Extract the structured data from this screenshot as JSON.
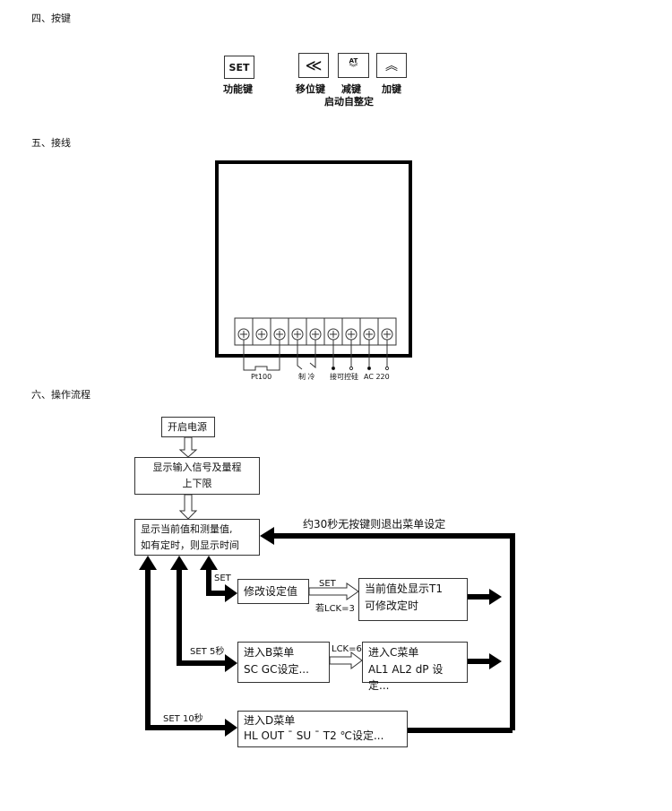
{
  "sections": {
    "keys": "四、按键",
    "wiring": "五、接线",
    "flow": "六、操作流程"
  },
  "keys": {
    "set": {
      "glyph": "SET",
      "label": "功能键"
    },
    "shift": {
      "glyph": "≪",
      "label": "移位键"
    },
    "down": {
      "glyph": "AT",
      "label": "减键",
      "sub_label": "启动自整定"
    },
    "up": {
      "glyph": "︿",
      "label": "加键"
    }
  },
  "wiring": {
    "labels": [
      "Pt100",
      "制 冷",
      "接可控硅",
      "AC 220"
    ]
  },
  "flow": {
    "power_on": "开启电源",
    "show_input": [
      "显示输入信号及量程",
      "上下限"
    ],
    "show_current": [
      "显示当前值和测量值,",
      "如有定时，则显示时间"
    ],
    "timeout": "约30秒无按键则退出菜单设定",
    "set_label": "SET",
    "modify_setpoint": "修改设定值",
    "set_label2": "SET",
    "lck3": "若LCK=3",
    "t1_box": [
      "当前值处显示T1",
      "可修改定时"
    ],
    "set5": "SET 5秒",
    "menu_b": [
      "进入B菜单",
      "SC GC设定..."
    ],
    "lck6": "LCK=6",
    "menu_c": [
      "进入C菜单",
      "AL1 AL2 dP 设定..."
    ],
    "set10": "SET 10秒",
    "menu_d": [
      "进入D菜单",
      "HL OUT ˉ  SU ˉ  T2 ℃设定..."
    ]
  }
}
